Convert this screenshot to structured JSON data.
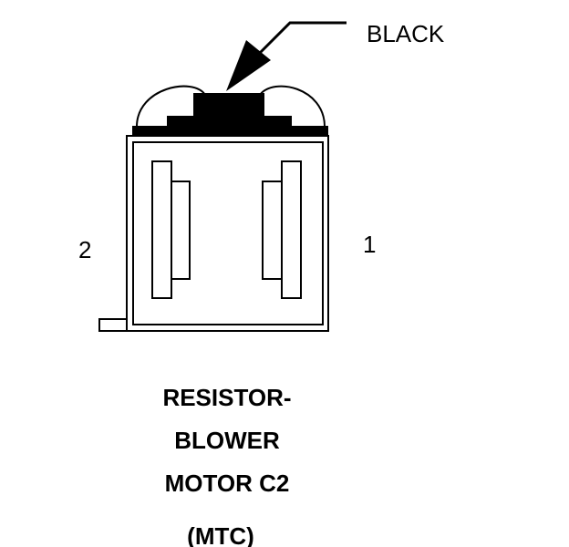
{
  "callout": {
    "color_label": "BLACK"
  },
  "pins": {
    "left_label": "2",
    "right_label": "1"
  },
  "caption": {
    "line1": "RESISTOR-",
    "line2": "BLOWER",
    "line3": "MOTOR C2",
    "line4": "(MTC)"
  },
  "colors": {
    "ink": "#000000",
    "paper": "#ffffff"
  }
}
